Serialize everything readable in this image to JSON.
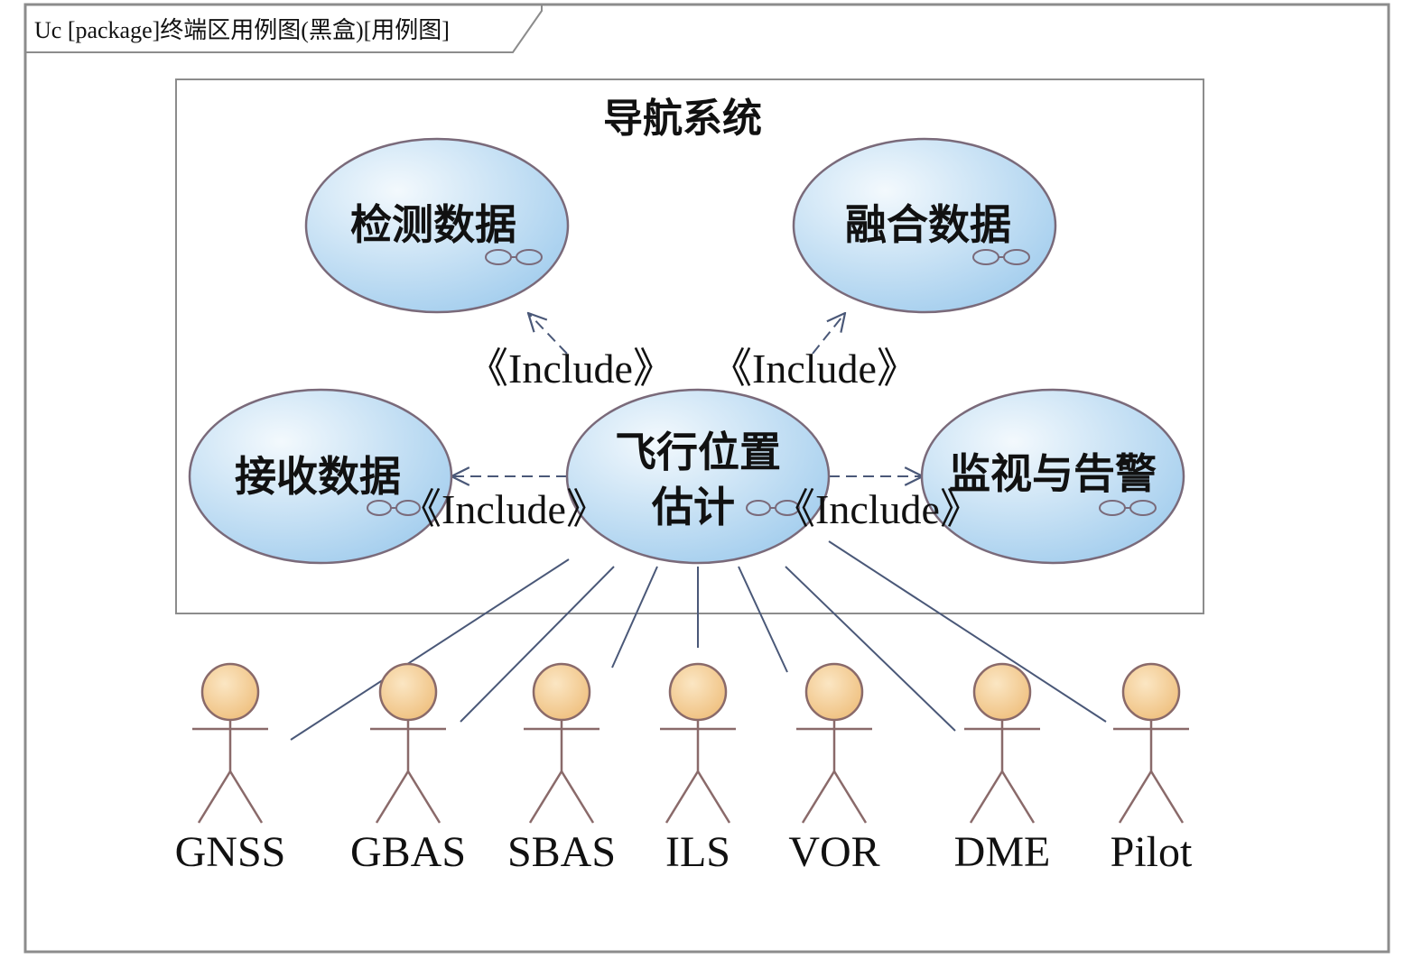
{
  "frame": {
    "label": "Uc [package]终端区用例图(黑盒)[用例图]"
  },
  "system": {
    "title": "导航系统"
  },
  "use_cases": {
    "detect": "检测数据",
    "fuse": "融合数据",
    "receive": "接收数据",
    "flight_line1": "飞行位置",
    "flight_line2": "估计",
    "monitor": "监视与告警"
  },
  "include_label": "《Include》",
  "actors": [
    "GNSS",
    "GBAS",
    "SBAS",
    "ILS",
    "VOR",
    "DME",
    "Pilot"
  ],
  "colors": {
    "usecase_fill_light": "#eef6fc",
    "usecase_fill_dark": "#a9d1ee",
    "usecase_stroke": "#7a6a7a",
    "actor_head": "#f5cf95",
    "actor_stroke": "#8a6a6a",
    "association_line": "#4a5878",
    "frame_stroke": "#8c8c8c"
  }
}
